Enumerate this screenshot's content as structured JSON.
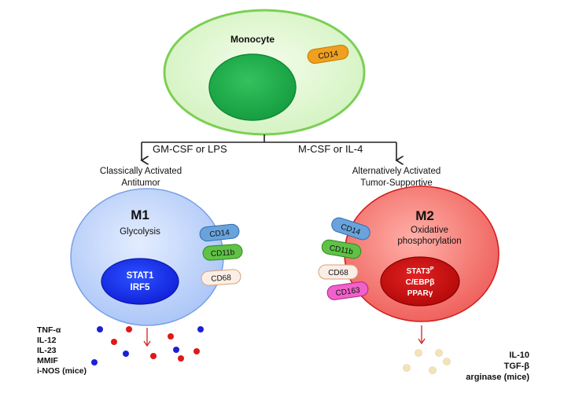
{
  "monocyte": {
    "title": "Monocyte",
    "marker": "CD14"
  },
  "branches": {
    "left": {
      "stimulus": "GM-CSF or LPS",
      "activation_line1": "Classically Activated",
      "activation_line2": "Antitumor"
    },
    "right": {
      "stimulus": "M-CSF or IL-4",
      "activation_line1": "Alternatively Activated",
      "activation_line2": "Tumor-Supportive"
    }
  },
  "m1": {
    "title": "M1",
    "metabolism": "Glycolysis",
    "nucleus_line1": "STAT1",
    "nucleus_line2": "IRF5",
    "markers": [
      "CD14",
      "CD11b",
      "CD68"
    ],
    "secreted": [
      "TNF-α",
      "IL-12",
      "IL-23",
      "MMIF",
      "i-NOS (mice)"
    ]
  },
  "m2": {
    "title": "M2",
    "metabolism_line1": "Oxidative",
    "metabolism_line2": "phosphorylation",
    "nucleus_line1": "STAT3",
    "nucleus_line1_sup": "P",
    "nucleus_line2": "C/EBPβ",
    "nucleus_line3": "PPARγ",
    "markers": [
      "CD14",
      "CD11b",
      "CD68",
      "CD163"
    ],
    "secreted": [
      "IL-10",
      "TGF-β",
      "arginase (mice)"
    ]
  },
  "colors": {
    "monocyte_fill": "#e3f8d4",
    "monocyte_stroke": "#7ccf55",
    "monocyte_nucleus": "#1faa4a",
    "cd14_orange": "#f0a020",
    "m1_fill": "#c5d8fb",
    "m1_stroke": "#7aa0e8",
    "m1_nucleus": "#1a34f0",
    "m2_fill": "#f4817f",
    "m2_stroke": "#d21f1f",
    "m2_nucleus": "#c80e0e",
    "cd14_blue": "#6aa3dc",
    "cd11b_green": "#5fc247",
    "cd68_white": "#fbeee6",
    "cd163_pink": "#f062c9",
    "dot_blue": "#1c20d6",
    "dot_red": "#e01818",
    "dot_beige": "#f3e3b8",
    "arrow_red": "#d22020"
  }
}
